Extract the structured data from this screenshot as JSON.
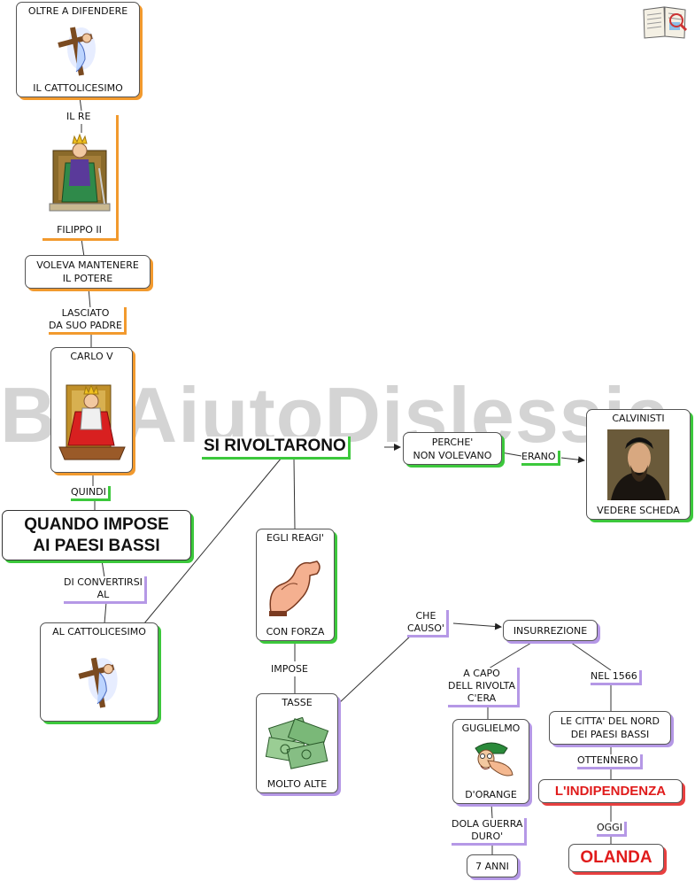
{
  "watermark": "By AiutoDislessia.net",
  "nodes": {
    "oltre": {
      "top": "OLTRE A DIFENDERE",
      "bottom": "IL CATTOLICESIMO"
    },
    "filippo": {
      "label": "FILIPPO II"
    },
    "voleva": {
      "text1": "VOLEVA MANTENERE",
      "text2": "IL POTERE"
    },
    "carlo": {
      "top": "CARLO V"
    },
    "quando": {
      "line1": "QUANDO IMPOSE",
      "line2": "AI PAESI BASSI"
    },
    "al_catt": {
      "top": "AL CATTOLICESIMO"
    },
    "rivoltarono": {
      "text": "SI RIVOLTARONO"
    },
    "perche": {
      "text1": "PERCHE'",
      "text2": "NON VOLEVANO"
    },
    "calvinisti": {
      "top": "CALVINISTI",
      "bottom": "VEDERE SCHEDA"
    },
    "egli": {
      "top": "EGLI REAGI'",
      "bottom": "CON FORZA"
    },
    "tasse": {
      "top": "TASSE",
      "bottom": "MOLTO ALTE"
    },
    "insurrezione": {
      "text": "INSURREZIONE"
    },
    "guglielmo": {
      "top": "GUGLIELMO",
      "bottom": "D'ORANGE"
    },
    "citta": {
      "text1": "LE CITTA' DEL NORD",
      "text2": "DEI PAESI BASSI"
    },
    "indipendenza": {
      "text": "L'INDIPENDENZA"
    },
    "anni": {
      "text": "7 ANNI"
    },
    "olanda": {
      "text": "OLANDA"
    }
  },
  "links": {
    "il_re": "IL RE",
    "lasciato1": "LASCIATO",
    "lasciato2": "DA SUO PADRE",
    "quindi": "QUINDI",
    "convertirsi1": "DI CONVERTIRSI",
    "convertirsi2": "AL",
    "erano": "ERANO",
    "impose": "IMPOSE",
    "che1": "CHE",
    "che2": "CAUSO'",
    "acapo1": "A CAPO",
    "acapo2": "DELL RIVOLTA",
    "acapo3": "C'ERA",
    "nel": "NEL 1566",
    "ottennero": "OTTENNERO",
    "dola1": "DOLA GUERRA",
    "dola2": "DURO'",
    "oggi": "OGGI"
  },
  "icons": {
    "book": "book-magnifier-icon",
    "cross": "cross-icon",
    "king": "king-on-throne-icon",
    "emperor": "emperor-on-throne-icon",
    "calvin": "calvin-portrait-icon",
    "arm": "strong-arm-icon",
    "money": "money-bills-icon",
    "face": "cartoon-face-icon"
  },
  "colors": {
    "orange": "#f29a2e",
    "green": "#3cc83c",
    "purple": "#b598e6",
    "red": "#e01b1b"
  }
}
